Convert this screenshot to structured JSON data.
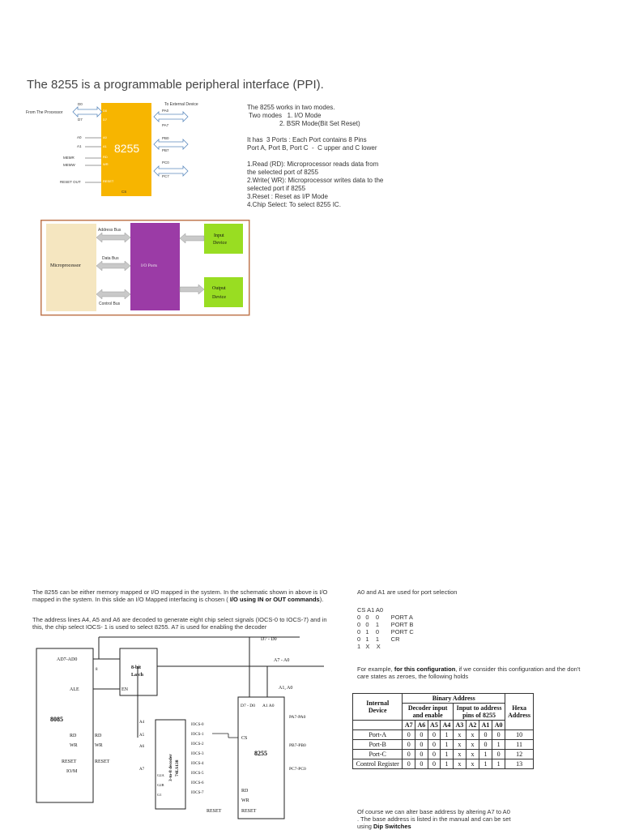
{
  "title": "The 8255 is a programmable peripheral interface (PPI).",
  "pin_diagram": {
    "from_processor": "From The Processor",
    "to_external": "To External Device",
    "chip_label": "8255",
    "left_pins": [
      "D0",
      "D7",
      "A0",
      "A1",
      "RD",
      "WR",
      "RESET"
    ],
    "left_signals": [
      "A0",
      "A1",
      "MEMR",
      "MEMW",
      "RESET OUT"
    ],
    "right_pins": [
      "PA0",
      "PA7",
      "PB0",
      "PB7",
      "PC0",
      "PC7"
    ],
    "cs_label": "CS"
  },
  "modes_text": "The 8255 works in two modes.\n Two modes   1. I/O Mode\n                  2. BSR Mode(Bit Set Reset)\n\nIt has  3 Ports : Each Port contains 8 Pins\nPort A, Port B, Port C  -  C upper and C lower\n\n1.Read (RD): Microprocessor reads data from\nthe selected port of 8255\n2.Write( WR): Microprocessor writes data to the\nselected port if 8255\n3.Reset : Reset as I/P Mode\n4.Chip Select: To select 8255 IC.",
  "block_diagram": {
    "microprocessor": "Microprocessor",
    "io_ports": "I/O Ports",
    "input_device": [
      "Input",
      "Device"
    ],
    "output_device": [
      "Output",
      "Device"
    ],
    "address_bus": "Address Bus",
    "data_bus": "Data Bus",
    "control_bus": "Control Bus"
  },
  "para1_a": "The 8255 can be either memory mapped or I/O mapped in the system. In the schematic shown in above is I/O mapped in the system. In this slide an I/O Mapped interfacing is chosen ( ",
  "para1_b": "I/O using IN or OUT commands",
  "para1_c": ").",
  "para2": "The address lines A4, A5 and A6 are decoded to generate eight chip select signals (IOCS-0 to IOCS-7) and in this, the chip select IOCS- 1 is used to select 8255. A7 is used for enabling the decoder",
  "schematic": {
    "cpu": "8085",
    "latch": [
      "8-bit",
      "Latch"
    ],
    "decoder": [
      "3-to-8 decoder",
      "74LS138"
    ],
    "chip": "8255",
    "ad_bus": "AD7-AD0",
    "d_bus": "D7 - D0",
    "a_bus": "A7 - A0",
    "a1a0": "A1, A0",
    "ale": "ALE",
    "en": "EN",
    "eight": "8",
    "cpu_signals": [
      "RD",
      "WR",
      "RESET",
      "IO/M"
    ],
    "cpu_signal_outs": [
      "RD",
      "WR",
      "RESET"
    ],
    "dec_inputs": [
      "A4",
      "A5",
      "A6",
      "A7",
      "G2A",
      "G2B",
      "G1"
    ],
    "dec_outputs": [
      "IOCS-0",
      "IOCS-1",
      "IOCS-2",
      "IOCS-3",
      "IOCS-4",
      "IOCS-5",
      "IOCS-6",
      "IOCS-7"
    ],
    "chip_top": [
      "D7 - D0",
      "A1 A0"
    ],
    "chip_cs": "CS",
    "chip_signals": [
      "RD",
      "WR",
      "RESET"
    ],
    "reset_in": "RESET",
    "ports": [
      "PA7-PA0",
      "PB7-PB0",
      "PC7-PC0"
    ]
  },
  "port_selection": "A0 and A1 are used for port selection",
  "cs_table_text": "CS A1 A0\n0   0    0       PORT A\n0   0    1       PORT B\n0   1    0       PORT C\n0   1    1       CR\n1   X    X",
  "example_a": "For example, ",
  "example_b": "for this configuration",
  "example_c": ", if we consider this configuration and the don't  care states as zeroes, the following holds",
  "addr_table": {
    "h1": [
      "Internal",
      "Device"
    ],
    "h2": "Binary Address",
    "h3": [
      "Hexa",
      "Address"
    ],
    "sub1": [
      "Decoder input",
      "and enable"
    ],
    "sub2": [
      "Input to address",
      "pins of 8255"
    ],
    "bits": [
      "A7",
      "A6",
      "A5",
      "A4",
      "A3",
      "A2",
      "A1",
      "A0"
    ],
    "rows": [
      {
        "device": "Port-A",
        "bits": [
          "0",
          "0",
          "0",
          "1",
          "x",
          "x",
          "0",
          "0"
        ],
        "hex": "10"
      },
      {
        "device": "Port-B",
        "bits": [
          "0",
          "0",
          "0",
          "1",
          "x",
          "x",
          "0",
          "1"
        ],
        "hex": "11"
      },
      {
        "device": "Port-C",
        "bits": [
          "0",
          "0",
          "0",
          "1",
          "x",
          "x",
          "1",
          "0"
        ],
        "hex": "12"
      },
      {
        "device": "Control Register",
        "bits": [
          "0",
          "0",
          "0",
          "1",
          "x",
          "x",
          "1",
          "1"
        ],
        "hex": "13"
      }
    ]
  },
  "footer_a": "Of course we can alter base address by altering A7 to A0 . The base address is listed in the manual and can be set using ",
  "footer_b": "Dip Switches"
}
